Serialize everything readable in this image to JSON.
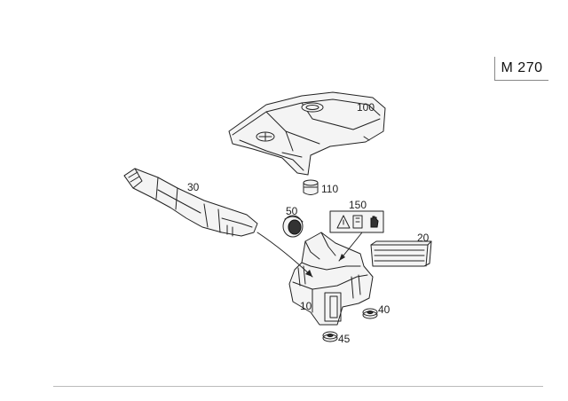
{
  "engine_code": "M 270",
  "callouts": {
    "p100": "100",
    "p110": "110",
    "p30": "30",
    "p150": "150",
    "p50": "50",
    "p20": "20",
    "p10": "10",
    "p40": "40",
    "p45": "45"
  },
  "colors": {
    "line": "#222222",
    "background": "#ffffff"
  }
}
